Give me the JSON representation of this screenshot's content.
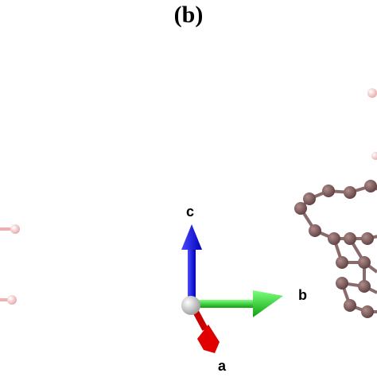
{
  "figure": {
    "panel_label": "(b)",
    "axes": {
      "a": {
        "label": "a",
        "color": "#e00000"
      },
      "b": {
        "label": "b",
        "color": "#22cc22"
      },
      "c": {
        "label": "c",
        "color": "#1a1aee"
      }
    },
    "colors": {
      "origin": "#d8d8d8",
      "atom_dark": "#7a5a5a",
      "atom_light": "#f0c8c8",
      "bond": "#8a6a6a"
    }
  }
}
